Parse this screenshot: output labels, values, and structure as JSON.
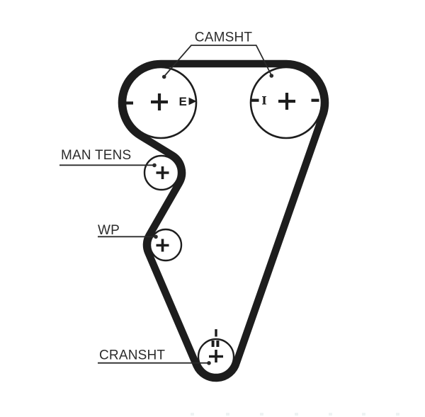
{
  "figure": {
    "type": "timing-belt-routing-diagram",
    "background_color": "#ffffff",
    "ink_color": "#1d1d1d",
    "label_color": "#2b2b2b"
  },
  "labels": {
    "camshaft": "CAMSHT",
    "manual_tensioner": "MAN TENS",
    "water_pump": "WP",
    "crankshaft": "CRANSHT"
  },
  "pulley_marks": {
    "left_camshaft": {
      "edge_mark": "-",
      "center_mark": "+",
      "rotation_letter": "E",
      "rotation_arrow": "▶"
    },
    "right_camshaft": {
      "inner_mark": "-",
      "timing_letter": "I",
      "center_mark": "+",
      "edge_mark": "-"
    },
    "manual_tensioner": {
      "center_mark": "+"
    },
    "water_pump": {
      "center_mark": "+"
    },
    "crankshaft": {
      "center_mark": "+",
      "top_tick": "|",
      "timing_bars": "| |"
    }
  }
}
